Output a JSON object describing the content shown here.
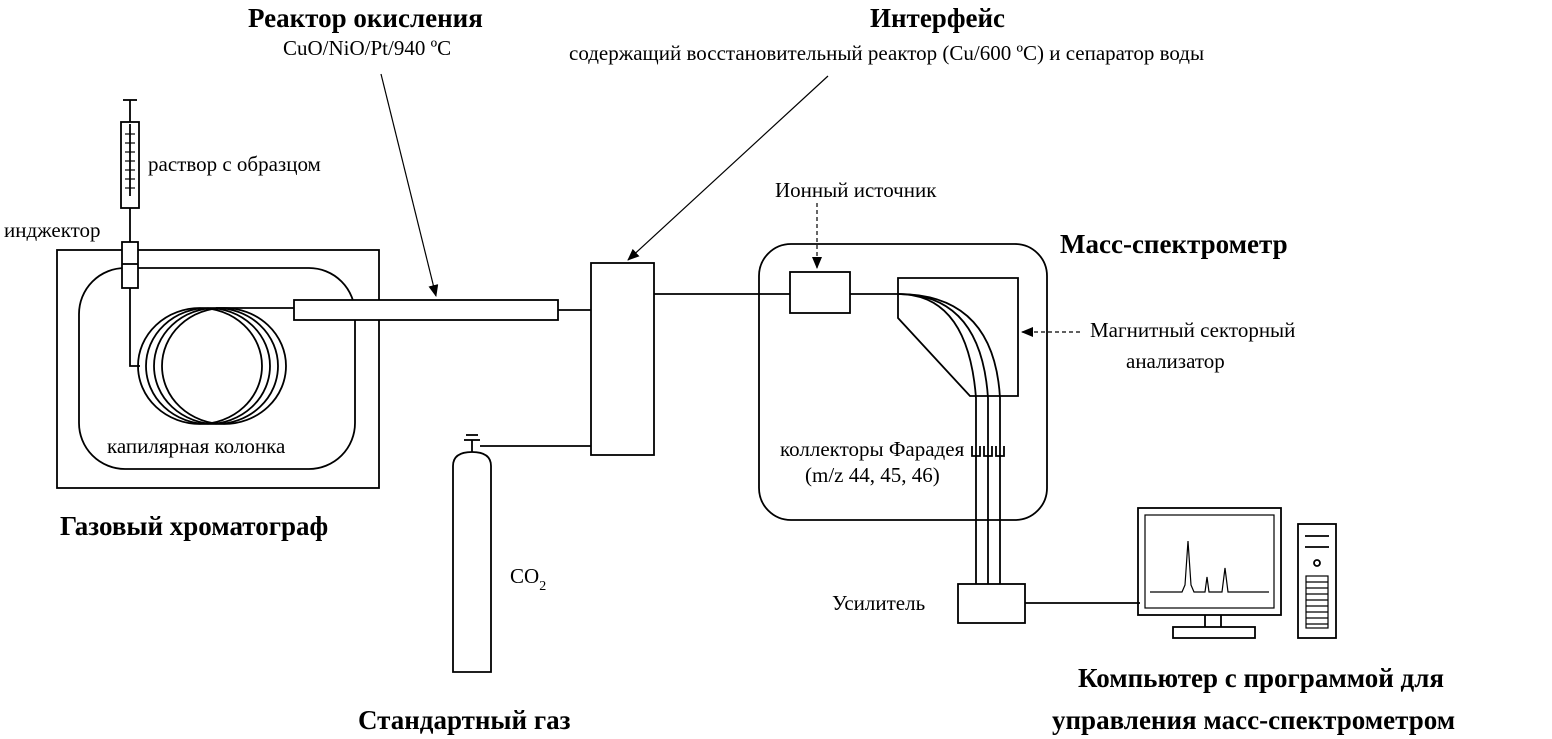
{
  "oxidation_reactor": {
    "title": "Реактор окисления",
    "subtitle": "CuO/NiO/Pt/940 ºC"
  },
  "interface": {
    "title": "Интерфейс",
    "subtitle": "содержащий восстановительный реактор (Cu/600 ºC) и сепаратор воды"
  },
  "sample": {
    "label": "раствор с образцом"
  },
  "injector": {
    "label": "инджектор"
  },
  "column": {
    "label": "капилярная колонка"
  },
  "gc": {
    "title": "Газовый хроматограф"
  },
  "standard_gas": {
    "formula": "CO",
    "subscript": "2",
    "title": "Стандартный газ"
  },
  "ion_source": {
    "label": "Ионный источник"
  },
  "mass_spec": {
    "title": "Масс-спектрометр"
  },
  "analyzer": {
    "line1": "Магнитный секторный",
    "line2": "анализатор"
  },
  "collectors": {
    "line1": "коллекторы Фарадея",
    "line2": "(m/z 44, 45, 46)"
  },
  "amplifier": {
    "label": "Усилитель"
  },
  "computer": {
    "line1": "Компьютер с программой для",
    "line2": "управления масс-спектрометром"
  }
}
